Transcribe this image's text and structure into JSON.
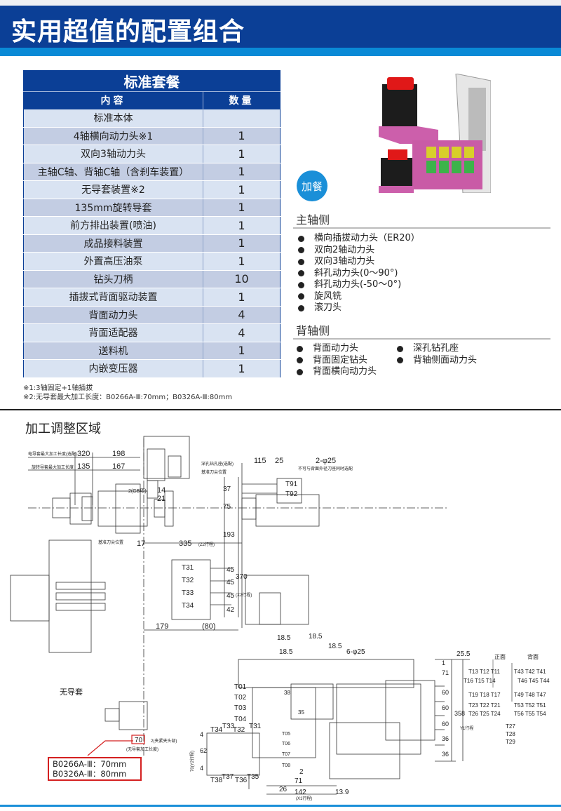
{
  "header": {
    "title": "实用超值的配置组合"
  },
  "package": {
    "title": "标准套餐",
    "columns": [
      "内容",
      "数量"
    ],
    "rows": [
      {
        "item": "标准本体",
        "qty": ""
      },
      {
        "item": "4轴横向动力头※1",
        "qty": "1"
      },
      {
        "item": "双向3轴动力头",
        "qty": "1"
      },
      {
        "item": "主轴C轴、背轴C轴（含刹车装置）",
        "qty": "1"
      },
      {
        "item": "无导套装置※2",
        "qty": "1"
      },
      {
        "item": "135mm旋转导套",
        "qty": "1"
      },
      {
        "item": "前方排出装置(喷油)",
        "qty": "1"
      },
      {
        "item": "成品接料装置",
        "qty": "1"
      },
      {
        "item": "外置高压油泵",
        "qty": "1"
      },
      {
        "item": "钻头刀柄",
        "qty": "10"
      },
      {
        "item": "插拔式背面驱动装置",
        "qty": "1"
      },
      {
        "item": "背面动力头",
        "qty": "4"
      },
      {
        "item": "背面适配器",
        "qty": "4"
      },
      {
        "item": "送料机",
        "qty": "1"
      },
      {
        "item": "内嵌变压器",
        "qty": "1"
      }
    ],
    "notes": [
      "※1:3轴固定+1轴插拔",
      "※2:无导套最大加工长度：B0266A-Ⅲ:70mm；B0326A-Ⅲ:80mm"
    ]
  },
  "options": {
    "badge": "加餐",
    "main_spindle": {
      "title": "主轴侧",
      "items": [
        "横向插拔动力头（ER20）",
        "双向2轴动力头",
        "双向3轴动力头",
        "斜孔动力头(0～90°)",
        "斜孔动力头(-50～0°)",
        "旋风铣",
        "滚刀头"
      ]
    },
    "back_spindle": {
      "title": "背轴侧",
      "items_left": [
        "背面动力头",
        "背面固定钻头",
        "背面横向动力头"
      ],
      "items_right": [
        "深孔钻孔座",
        "背轴侧面动力头"
      ]
    }
  },
  "drawing": {
    "title": "加工调整区域",
    "labels": {
      "guide_max_len": "电导套最大加工长度(选配)",
      "rot_guide_max_len": "旋转导套最大加工长度",
      "d320": "320",
      "d198": "198",
      "d135": "135",
      "d167": "167",
      "gb": "2(GB项)",
      "d14": "14",
      "d21": "21",
      "ref_tip": "基准刀尖位置",
      "d17": "17",
      "d335": "335",
      "z2": "(Z2行程)",
      "deep_hole": "深孔钻孔座(选配)",
      "ref_tip2": "基准刀尖位置",
      "d115": "115",
      "d25": "25",
      "phi25_2": "2-φ25",
      "no_combo": "不可与背面外径刀座同时选配",
      "t91": "T91",
      "t92": "T92",
      "d37": "37",
      "d75": "75",
      "d193": "193",
      "d370": "370",
      "x2": "(X2行程)",
      "t31": "T31",
      "t32": "T32",
      "t33": "T33",
      "t34": "T34",
      "d45a": "45",
      "d45b": "45",
      "d45c": "45",
      "d42": "42",
      "d179": "179",
      "d80": "(80)",
      "no_guide": "无导套",
      "d70": "70",
      "clamp": "2(夹紧夹头部)",
      "no_guide_len": "(无导套加工长度)",
      "d18_5a": "18.5",
      "d18_5b": "18.5",
      "d18_5c": "18.5",
      "d18_5d": "18.5",
      "phi25_6": "6-φ25",
      "d25_5": "25.5",
      "t01": "T01",
      "t02": "T02",
      "t03": "T03",
      "t04": "T04",
      "t05": "T05",
      "t06": "T06",
      "t07": "T07",
      "t08": "T08",
      "t31b": "T31",
      "t32b": "T32",
      "t33b": "T33",
      "t34b": "T34",
      "t35": "T35",
      "t36": "T36",
      "t37": "T37",
      "t38": "T38",
      "d4a": "4",
      "d62": "62",
      "d4b": "4",
      "y2": "70(Y2行程)",
      "d2": "2",
      "d71": "71",
      "d26": "26",
      "d142": "142",
      "x1": "(X1行程)",
      "d13_9": "13.9",
      "d1": "1",
      "d71v": "71",
      "d60a": "60",
      "d60b": "60",
      "d60c": "60",
      "d36a": "36",
      "d36b": "36",
      "d358": "358",
      "y1": "Y1行程",
      "d38": "38",
      "d35": "35"
    },
    "tool_table": {
      "front_label": "正面",
      "back_label": "背面",
      "rows": [
        [
          "T13 T12 T11",
          "T43 T42 T41"
        ],
        [
          "T16 T15 T14",
          "T46 T45 T44"
        ],
        [
          "T19 T18 T17",
          "T49 T48 T47"
        ],
        [
          "T23 T22 T21",
          "T53 T52 T51"
        ],
        [
          "T26 T25 T24",
          "T56 T55 T54"
        ]
      ],
      "extra": [
        "T27",
        "T28",
        "T29"
      ]
    },
    "callout": [
      "B0266A-Ⅲ：70mm",
      "B0326A-Ⅲ：80mm"
    ]
  },
  "colors": {
    "brand_blue": "#0b3f96",
    "accent_blue": "#1a8fd8",
    "callout_red": "#d42020"
  }
}
